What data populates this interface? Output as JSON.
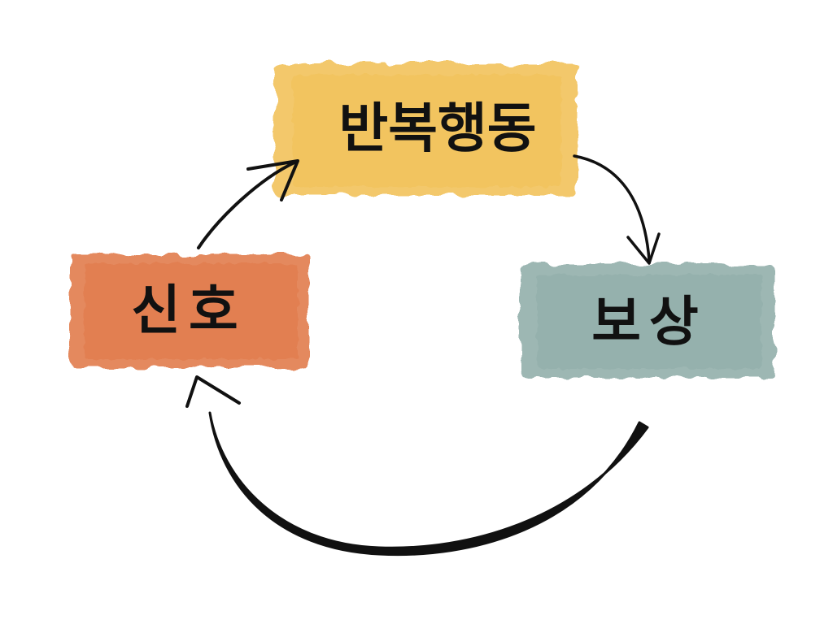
{
  "nodes": {
    "habit": {
      "label": "반복행동",
      "color": "#f2c45f"
    },
    "reward": {
      "label": "보상",
      "color": "#95b1ad"
    },
    "cue": {
      "label": "신호",
      "color": "#e27f51"
    }
  },
  "edges": [
    {
      "from": "cue",
      "to": "habit"
    },
    {
      "from": "habit",
      "to": "reward"
    },
    {
      "from": "reward",
      "to": "cue"
    }
  ]
}
